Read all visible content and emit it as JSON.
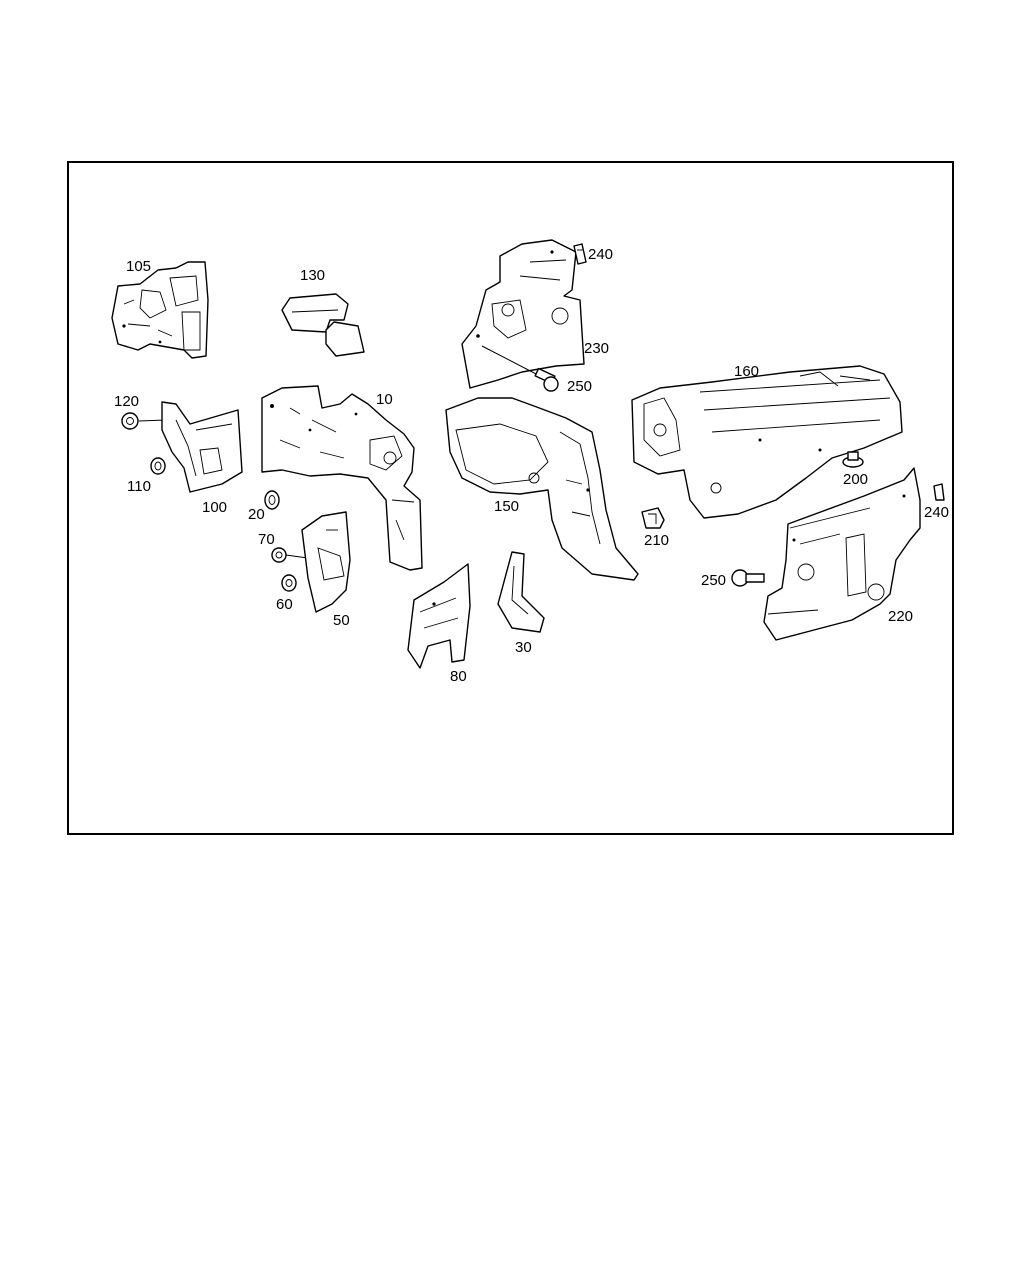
{
  "callouts": {
    "p10": "10",
    "p20": "20",
    "p30": "30",
    "p50": "50",
    "p60": "60",
    "p70": "70",
    "p80": "80",
    "p100": "100",
    "p105": "105",
    "p110": "110",
    "p120": "120",
    "p130": "130",
    "p150": "150",
    "p160": "160",
    "p200": "200",
    "p210": "210",
    "p220": "220",
    "p230": "230",
    "p240_top": "240",
    "p240_right": "240",
    "p250_top": "250",
    "p250_right": "250"
  }
}
